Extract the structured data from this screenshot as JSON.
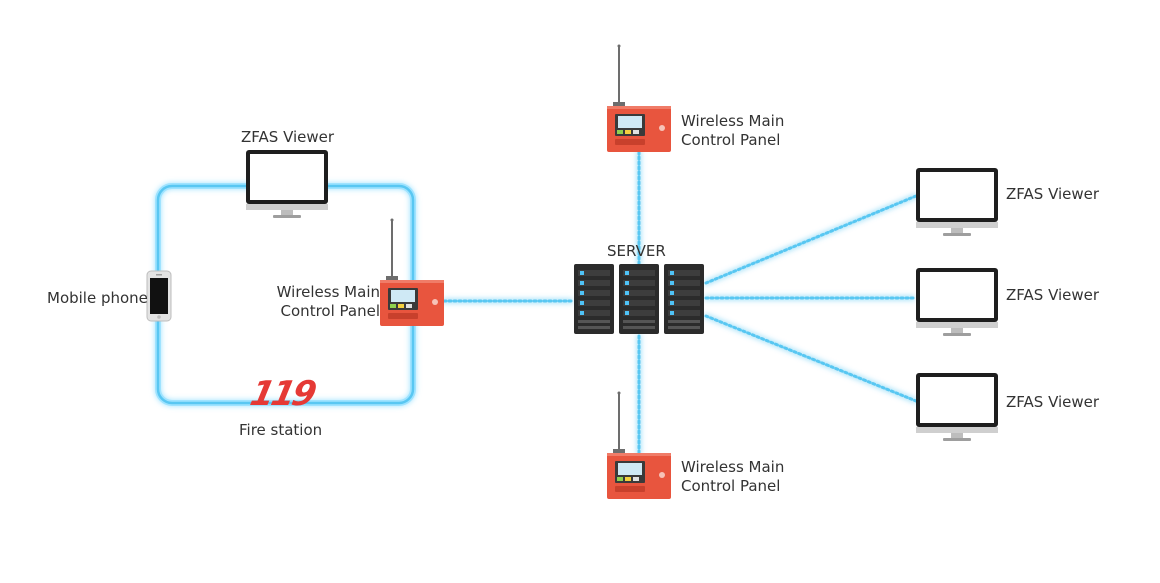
{
  "colors": {
    "link": "#59c7f2",
    "link_glow": "#9fe3ff",
    "panel": "#e8553e",
    "server": "#2b2b2b",
    "brand": "#e53935"
  },
  "nodes": {
    "viewer_left": "ZFAS Viewer",
    "mobile": "Mobile phone",
    "panel_left": "Wireless Main Control Panel",
    "fire_station_logo": "119",
    "fire_station": "Fire station",
    "server": "SERVER",
    "panel_top": "Wireless Main Control Panel",
    "panel_bottom": "Wireless Main Control Panel",
    "viewer_r1": "ZFAS Viewer",
    "viewer_r2": "ZFAS Viewer",
    "viewer_r3": "ZFAS Viewer"
  },
  "icons": {
    "monitor": "monitor-icon",
    "phone": "smartphone-icon",
    "panel": "control-panel-icon",
    "server": "server-rack-icon"
  }
}
